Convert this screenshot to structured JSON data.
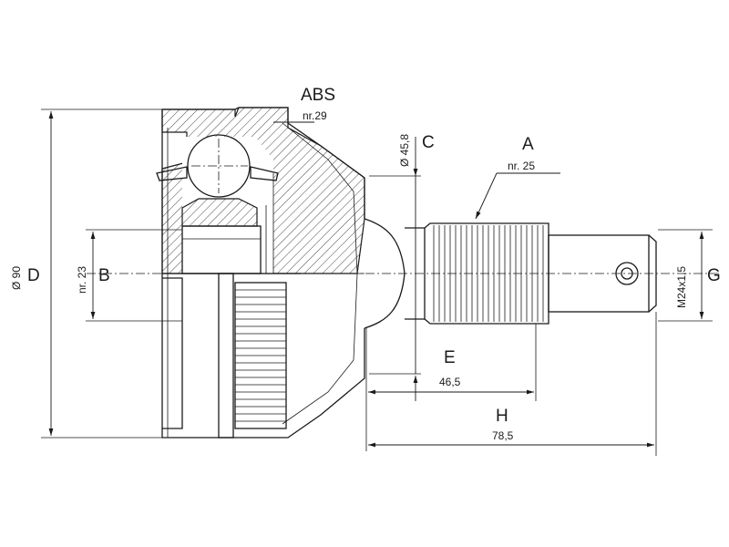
{
  "labels": {
    "abs": "ABS",
    "abs_nr": "nr.29",
    "c": "C",
    "c_dim": "Ø 45,8",
    "a": "A",
    "a_nr": "nr. 25",
    "d": "D",
    "d_dim": "Ø 90",
    "b": "B",
    "b_nr": "nr. 23",
    "e": "E",
    "e_dim": "46,5",
    "h": "H",
    "h_dim": "78,5",
    "g": "G",
    "g_dim": "M24x1,5"
  }
}
